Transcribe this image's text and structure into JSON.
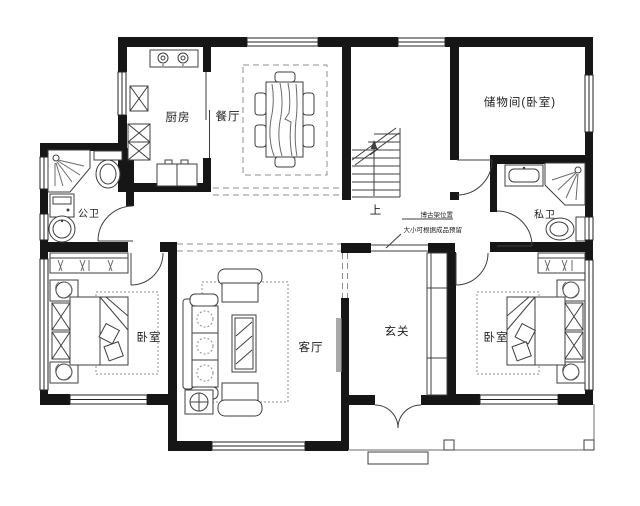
{
  "floor_plan": {
    "rooms": {
      "kitchen": {
        "label": "厨房"
      },
      "dining": {
        "label": "餐厅"
      },
      "storage": {
        "label": "储物间(卧室)"
      },
      "public_bath": {
        "label": "公卫"
      },
      "private_bath": {
        "label": "私卫"
      },
      "bedroom_left": {
        "label": "卧室"
      },
      "bedroom_right": {
        "label": "卧室"
      },
      "living": {
        "label": "客厅"
      },
      "foyer": {
        "label": "玄关"
      }
    },
    "stairs": {
      "up_label": "上"
    },
    "annotation": {
      "line1": "博古架位置",
      "line2": "大小可根据成品预留"
    },
    "colors": {
      "wall": "#161616",
      "furniture_line": "#3f3f3f",
      "dashed_line": "#8f8f8f",
      "tv_fill": "#a9a9a9",
      "background": "#ffffff"
    }
  }
}
